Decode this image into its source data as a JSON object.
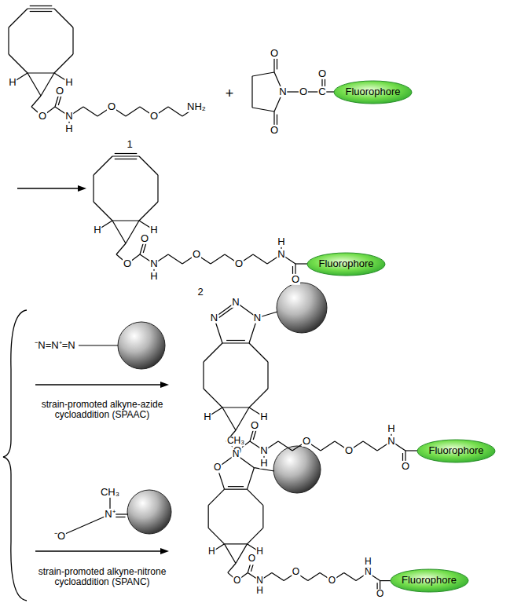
{
  "diagram": {
    "nodes": [
      {
        "text": [
          "Fluorophore"
        ]
      },
      {
        "text": [
          "Fluorophore"
        ]
      },
      {
        "text": [
          "Fluorophore"
        ]
      },
      {
        "text": [
          "Fluorophore"
        ]
      }
    ],
    "labels": [
      "H",
      "H",
      "O",
      "O",
      "N",
      "H",
      "O",
      "O",
      "NH₂",
      "+",
      "O",
      "O",
      "N",
      "O",
      "C",
      "O",
      "1",
      "H",
      "H",
      "O",
      "O",
      "N",
      "H",
      "O",
      "O",
      "H",
      "N",
      "O",
      "2",
      "⁻N=N⁺=N",
      "strain-promoted alkyne-azide cycloaddition (SPAAC)",
      "N",
      "N",
      "N",
      "H",
      "H",
      "O",
      "O",
      "N",
      "H",
      "O",
      "O",
      "H",
      "N",
      "O",
      "CH₃",
      "N⁺",
      "⁻O",
      "strain-promoted alkyne-nitrone cycloaddition (SPANC)",
      "CH₃",
      "N",
      "O",
      "H",
      "H",
      "O",
      "O",
      "N",
      "H",
      "O",
      "O",
      "H",
      "N",
      "O"
    ]
  }
}
